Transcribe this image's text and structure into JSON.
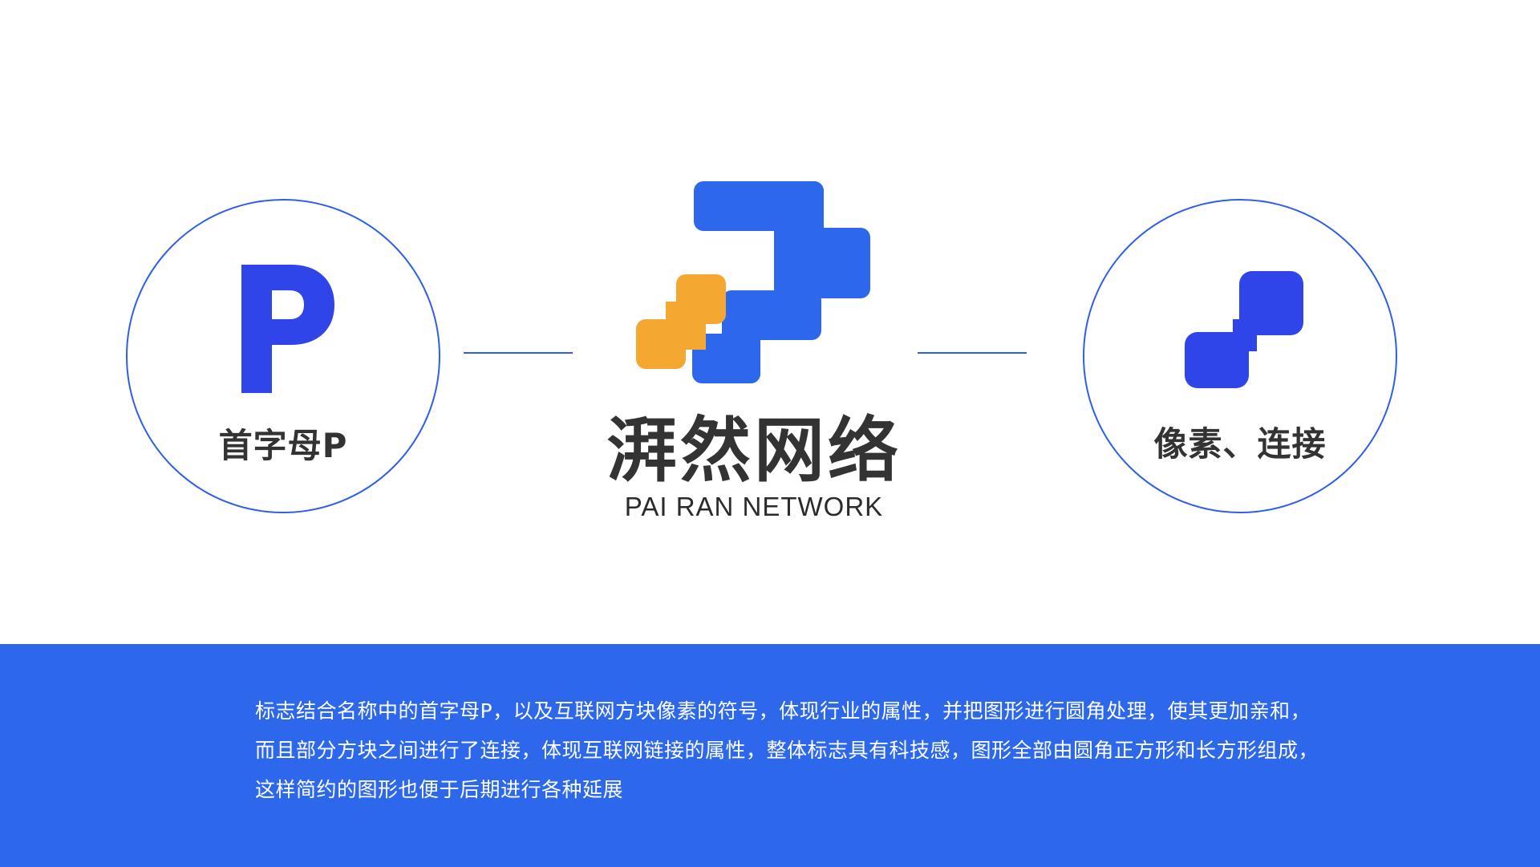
{
  "colors": {
    "accent_blue": "#2f5fe8",
    "logo_blue": "#2d68ec",
    "p_blue": "#2f45ea",
    "logo_orange": "#f5a831",
    "band_blue": "#2d68ec",
    "text_dark": "#333333"
  },
  "left_concept": {
    "icon": "letter-p-icon",
    "label": "首字母P"
  },
  "right_concept": {
    "icon": "pixel-connection-icon",
    "label": "像素、连接"
  },
  "logo": {
    "name_cn": "湃然网络",
    "name_en": "PAI RAN NETWORK"
  },
  "description": {
    "text": "标志结合名称中的首字母P，以及互联网方块像素的符号，体现行业的属性，并把图形进行圆角处理，使其更加亲和，而且部分方块之间进行了连接，体现互联网链接的属性，整体标志具有科技感，图形全部由圆角正方形和长方形组成，这样简约的图形也便于后期进行各种延展"
  }
}
